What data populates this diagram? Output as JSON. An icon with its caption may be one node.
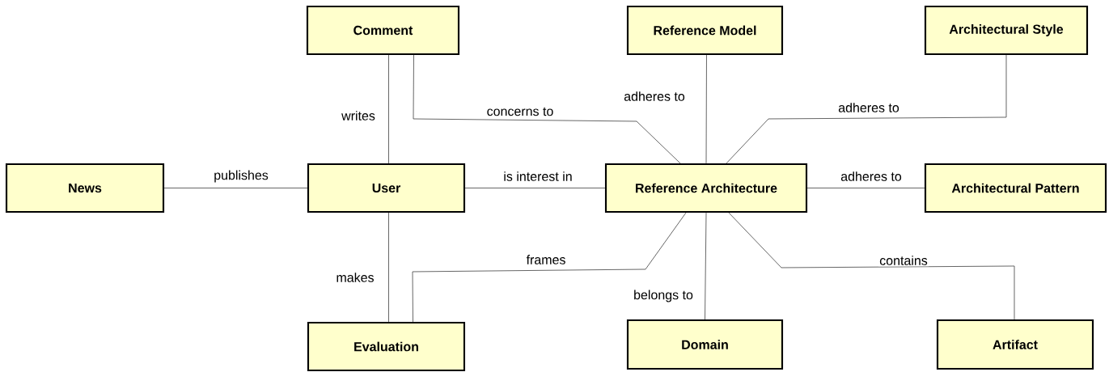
{
  "diagram": {
    "nodes": [
      {
        "text": [
          "Comment"
        ]
      },
      {
        "text": [
          "Reference Model"
        ]
      },
      {
        "text": [
          "Architectural Style"
        ]
      },
      {
        "text": [
          "News"
        ]
      },
      {
        "text": [
          "User"
        ]
      },
      {
        "text": [
          "Reference Architecture"
        ]
      },
      {
        "text": [
          "Architectural Pattern"
        ]
      },
      {
        "text": [
          "Evaluation"
        ]
      },
      {
        "text": [
          "Domain"
        ]
      },
      {
        "text": [
          "Artifact"
        ]
      }
    ],
    "edges": [
      {
        "from": 4,
        "to": 3,
        "arrow": "none",
        "label": "publishes"
      },
      {
        "from": 4,
        "to": 0,
        "arrow": "none",
        "label": "writes"
      },
      {
        "from": 0,
        "to": 5,
        "arrow": "none",
        "label": "concerns to"
      },
      {
        "from": 4,
        "to": 5,
        "arrow": "none",
        "label": "is interest in"
      },
      {
        "from": 5,
        "to": 1,
        "arrow": "none",
        "label": "adheres to"
      },
      {
        "from": 5,
        "to": 2,
        "arrow": "none",
        "label": "adheres to"
      },
      {
        "from": 5,
        "to": 6,
        "arrow": "none",
        "label": "adheres to"
      },
      {
        "from": 4,
        "to": 7,
        "arrow": "none",
        "label": "makes"
      },
      {
        "from": 7,
        "to": 5,
        "arrow": "none",
        "label": "frames"
      },
      {
        "from": 5,
        "to": 8,
        "arrow": "none",
        "label": "belongs to"
      },
      {
        "from": 5,
        "to": 9,
        "arrow": "none",
        "label": "contains"
      }
    ]
  }
}
